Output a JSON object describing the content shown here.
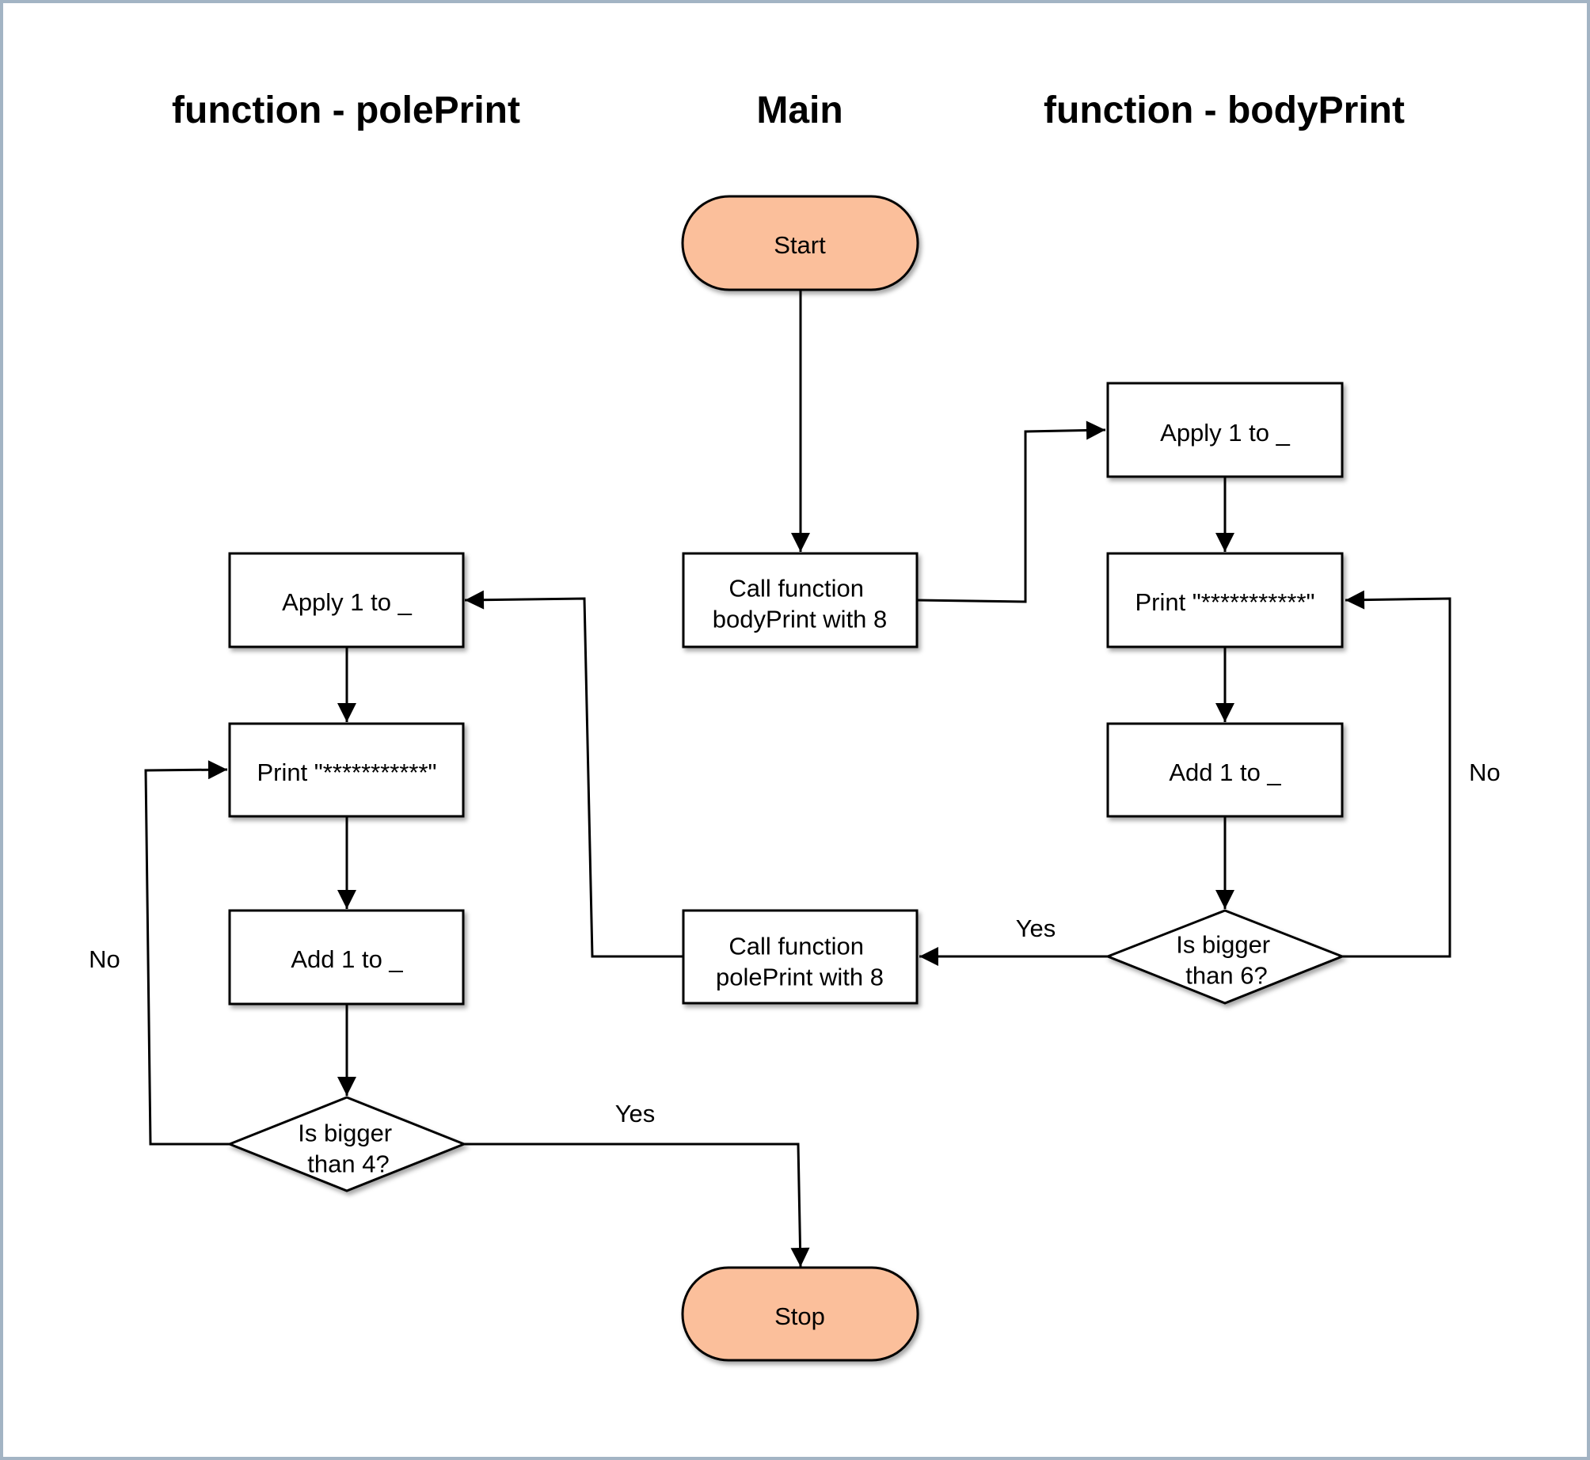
{
  "headings": {
    "left": "function - polePrint",
    "center": "Main",
    "right": "function - bodyPrint"
  },
  "nodes": {
    "start": {
      "lines": [
        "Start"
      ],
      "color": "#fbbf9b"
    },
    "call_body": {
      "lines": [
        "Call function",
        "bodyPrint with 8"
      ]
    },
    "body_apply": {
      "lines": [
        "Apply 1 to _"
      ]
    },
    "body_print": {
      "lines": [
        "Print \"***********\""
      ]
    },
    "body_add": {
      "lines": [
        "Add 1 to _"
      ]
    },
    "body_decision": {
      "lines": [
        "Is bigger",
        "than 6?"
      ]
    },
    "call_pole": {
      "lines": [
        "Call function",
        "polePrint with 8"
      ]
    },
    "pole_apply": {
      "lines": [
        "Apply 1 to _"
      ]
    },
    "pole_print": {
      "lines": [
        "Print \"***********\""
      ]
    },
    "pole_add": {
      "lines": [
        "Add 1 to _"
      ]
    },
    "pole_decision": {
      "lines": [
        "Is bigger",
        "than 4?"
      ]
    },
    "stop": {
      "lines": [
        "Stop"
      ],
      "color": "#fbbf9b"
    }
  },
  "edge_labels": {
    "body_yes": "Yes",
    "body_no": "No",
    "pole_yes": "Yes",
    "pole_no": "No"
  }
}
